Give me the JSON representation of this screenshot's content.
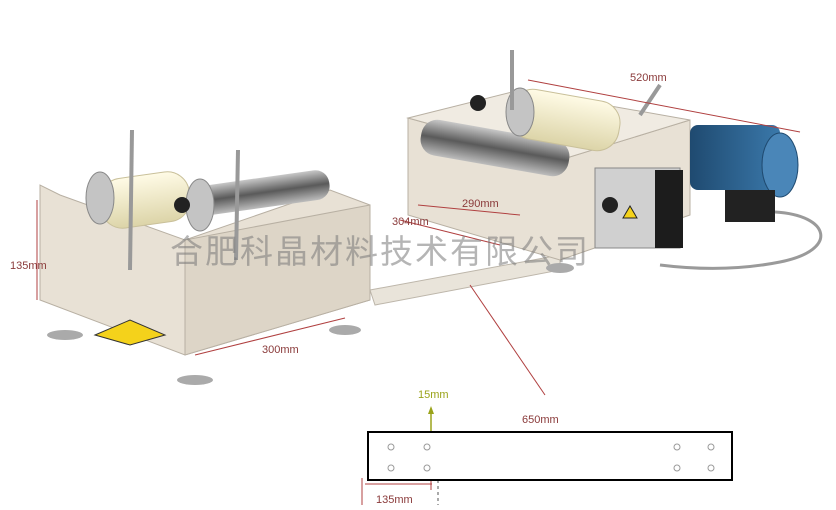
{
  "dimensions": {
    "length_top": "520mm",
    "inner_width": "290mm",
    "outer_width": "304mm",
    "height": "135mm",
    "depth": "300mm",
    "hole_offset": "15mm",
    "base_length": "650mm",
    "hole_spacing": "135mm"
  },
  "watermark": "合肥科晶材料技术有限公司",
  "colors": {
    "annotation": "#8a3a3a",
    "offset": "#9aa31a",
    "body": "#e6dfd3",
    "roller": "#f1ecc8",
    "motor": "#2f5f8a"
  }
}
